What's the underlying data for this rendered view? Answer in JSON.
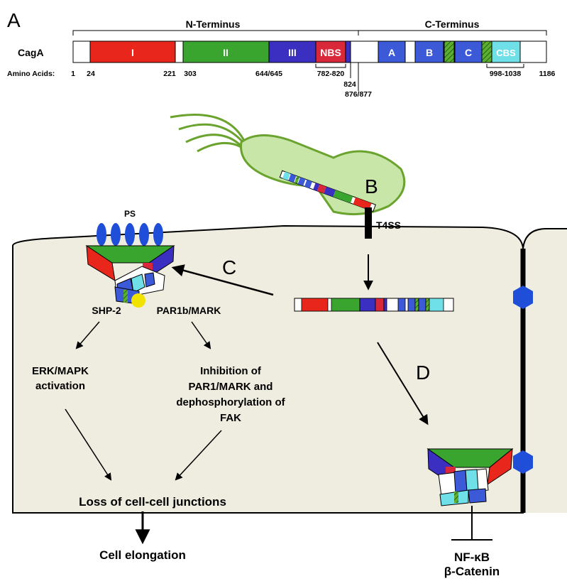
{
  "panel_letters": {
    "a": "A",
    "b": "B",
    "c": "C",
    "d": "D"
  },
  "protein": {
    "name": "CagA",
    "n_terminus": "N-Terminus",
    "c_terminus": "C-Terminus",
    "amino_acids_label": "Amino Acids:",
    "domains": {
      "i": "I",
      "ii": "II",
      "iii": "III",
      "nbs": "NBS",
      "a": "A",
      "b": "B",
      "c": "C",
      "cbs": "CBS"
    },
    "positions": {
      "p1": "1",
      "p24": "24",
      "p221": "221",
      "p303": "303",
      "p644": "644/645",
      "p782": "782-820",
      "p824": "824",
      "p876": "876/877",
      "p998": "998-1038",
      "p1186": "1186"
    }
  },
  "labels": {
    "ps": "PS",
    "t4ss": "T4SS",
    "shp2": "SHP-2",
    "par1b": "PAR1b/MARK",
    "erk_line1": "ERK/MAPK",
    "erk_line2": "activation",
    "inhib_line1": "Inhibition of",
    "inhib_line2": "PAR1/MARK and",
    "inhib_line3": "dephosphorylation of",
    "inhib_line4": "FAK",
    "loss": "Loss of cell-cell junctions",
    "elongation": "Cell elongation",
    "nfkb": "NF-κB",
    "catenin": "β-Catenin"
  },
  "colors": {
    "domain_i": "#e8261c",
    "domain_ii": "#3aa52e",
    "domain_iii": "#3a2fc0",
    "nbs": "#d8283a",
    "motif_blue": "#3c5ad8",
    "cbs": "#6fe0e8",
    "hatch": "#5cb030",
    "cell": "#efede0",
    "bacterium": "#c8e6a8",
    "bacterium_edge": "#6aa32e",
    "hexagon": "#1f4fd8",
    "ps_lipid": "#1f4fd8",
    "shp2_dot": "#f2e200"
  }
}
